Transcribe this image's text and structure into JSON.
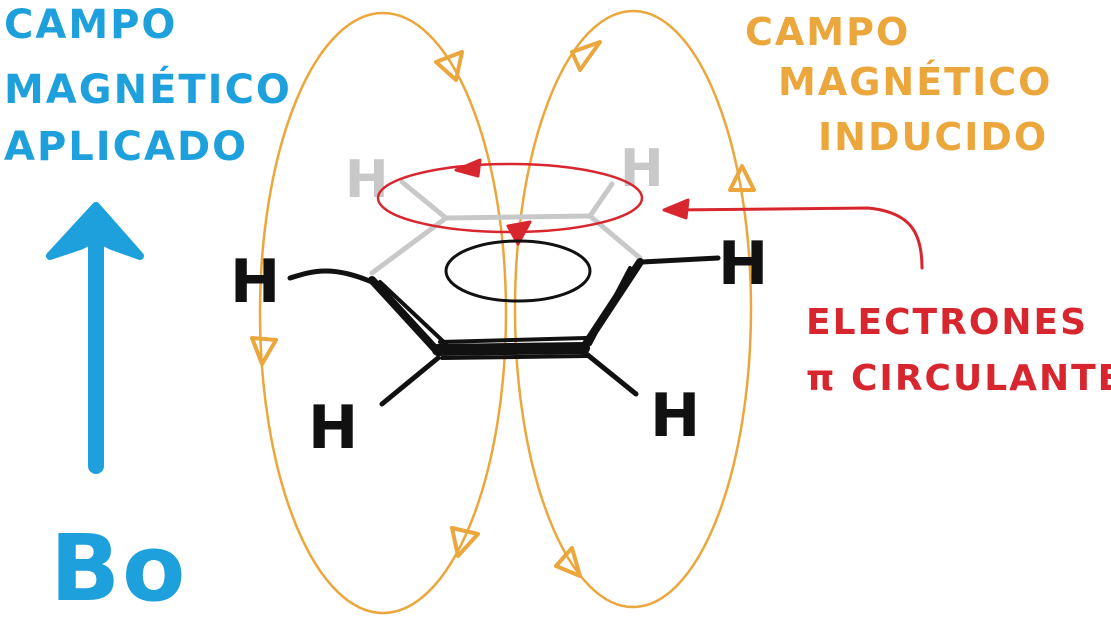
{
  "labels": {
    "applied_field": [
      "CAMPO",
      "MAGNÉTICO",
      "APLICADO"
    ],
    "induced_field": [
      "CAMPO",
      "MAGNÉTICO",
      "INDUCIDO"
    ],
    "electrons": [
      "ELECTRONES",
      "π CIRCULANTES"
    ],
    "b0": "Bo"
  },
  "molecule": {
    "atoms": [
      "H",
      "H",
      "H",
      "H",
      "H",
      "H"
    ]
  },
  "colors": {
    "applied": "#1ea0dc",
    "induced": "#eba63c",
    "electrons": "#d8262f",
    "bond": "#111111",
    "back_bond": "#c8c8c8"
  }
}
